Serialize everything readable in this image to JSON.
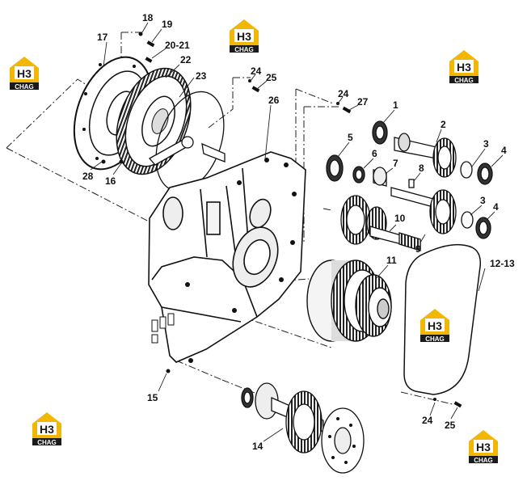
{
  "watermark": {
    "brand": "H3",
    "word": "CHAG",
    "colors": {
      "house": "#f2b705",
      "badge": "#1a1a1a",
      "text": "#ffffff"
    }
  },
  "callouts": [
    {
      "id": "c17",
      "label": "17"
    },
    {
      "id": "c18",
      "label": "18"
    },
    {
      "id": "c19",
      "label": "19"
    },
    {
      "id": "c20-21",
      "label": "20-21"
    },
    {
      "id": "c22",
      "label": "22"
    },
    {
      "id": "c23",
      "label": "23"
    },
    {
      "id": "c24a",
      "label": "24"
    },
    {
      "id": "c25a",
      "label": "25"
    },
    {
      "id": "c26",
      "label": "26"
    },
    {
      "id": "c24b",
      "label": "24"
    },
    {
      "id": "c27",
      "label": "27"
    },
    {
      "id": "c1",
      "label": "1"
    },
    {
      "id": "c2",
      "label": "2"
    },
    {
      "id": "c3a",
      "label": "3"
    },
    {
      "id": "c4a",
      "label": "4"
    },
    {
      "id": "c5",
      "label": "5"
    },
    {
      "id": "c6",
      "label": "6"
    },
    {
      "id": "c7",
      "label": "7"
    },
    {
      "id": "c8",
      "label": "8"
    },
    {
      "id": "c3b",
      "label": "3"
    },
    {
      "id": "c4b",
      "label": "4"
    },
    {
      "id": "c10",
      "label": "10"
    },
    {
      "id": "c9",
      "label": "9"
    },
    {
      "id": "c11",
      "label": "11"
    },
    {
      "id": "c12-13",
      "label": "12-13"
    },
    {
      "id": "c28",
      "label": "28"
    },
    {
      "id": "c16",
      "label": "16"
    },
    {
      "id": "c15",
      "label": "15"
    },
    {
      "id": "c14",
      "label": "14"
    },
    {
      "id": "c24c",
      "label": "24"
    },
    {
      "id": "c25b",
      "label": "25"
    }
  ]
}
